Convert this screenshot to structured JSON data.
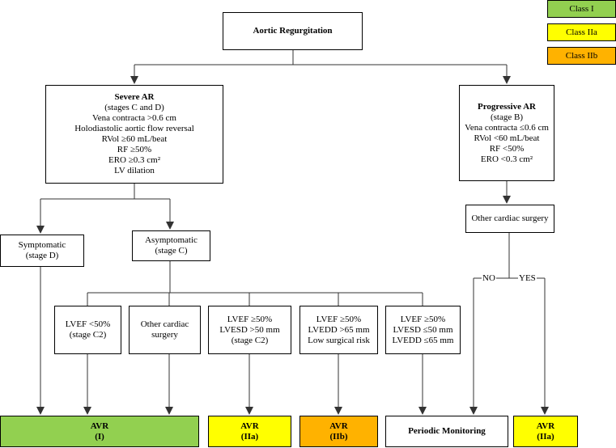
{
  "legend": [
    {
      "label": "Class I",
      "color": "#92d050"
    },
    {
      "label": "Class IIa",
      "color": "#ffff00"
    },
    {
      "label": "Class IIb",
      "color": "#ffb200"
    }
  ],
  "root": {
    "title": "Aortic Regurgitation"
  },
  "severe": {
    "title": "Severe AR",
    "lines": [
      "(stages C and D)",
      "Vena contracta >0.6 cm",
      "Holodiastolic aortic flow reversal",
      "RVol ≥60 mL/beat",
      "RF ≥50%",
      "ERO ≥0.3 cm²",
      "LV dilation"
    ]
  },
  "progressive": {
    "title": "Progressive AR",
    "lines": [
      "(stage B)",
      "Vena contracta ≤0.6 cm",
      "RVol <60 mL/beat",
      "RF <50%",
      "ERO <0.3 cm²"
    ]
  },
  "symptomatic": {
    "lines": [
      "Symptomatic",
      "(stage D)"
    ]
  },
  "asymptomatic": {
    "lines": [
      "Asymptomatic",
      "(stage C)"
    ]
  },
  "other_surgery_right": {
    "label": "Other cardiac surgery"
  },
  "decision": {
    "no": "NO",
    "yes": "YES"
  },
  "criteria": [
    {
      "lines": [
        "LVEF <50%",
        "(stage C2)"
      ]
    },
    {
      "lines": [
        "Other cardiac",
        "surgery"
      ]
    },
    {
      "lines": [
        "LVEF ≥50%",
        "LVESD >50 mm",
        "(stage C2)"
      ]
    },
    {
      "lines": [
        "LVEF ≥50%",
        "LVEDD >65 mm",
        "Low surgical risk"
      ]
    },
    {
      "lines": [
        "LVEF ≥50%",
        "LVESD ≤50 mm",
        "LVEDD ≤65 mm"
      ]
    }
  ],
  "outcomes": [
    {
      "lines": [
        "AVR",
        "(I)"
      ],
      "color": "#92d050"
    },
    {
      "lines": [
        "AVR",
        "(IIa)"
      ],
      "color": "#ffff00"
    },
    {
      "lines": [
        "AVR",
        "(IIb)"
      ],
      "color": "#ffb200"
    },
    {
      "lines": [
        "Periodic Monitoring"
      ],
      "color": "#ffffff"
    },
    {
      "lines": [
        "AVR",
        "(IIa)"
      ],
      "color": "#ffff00"
    }
  ]
}
